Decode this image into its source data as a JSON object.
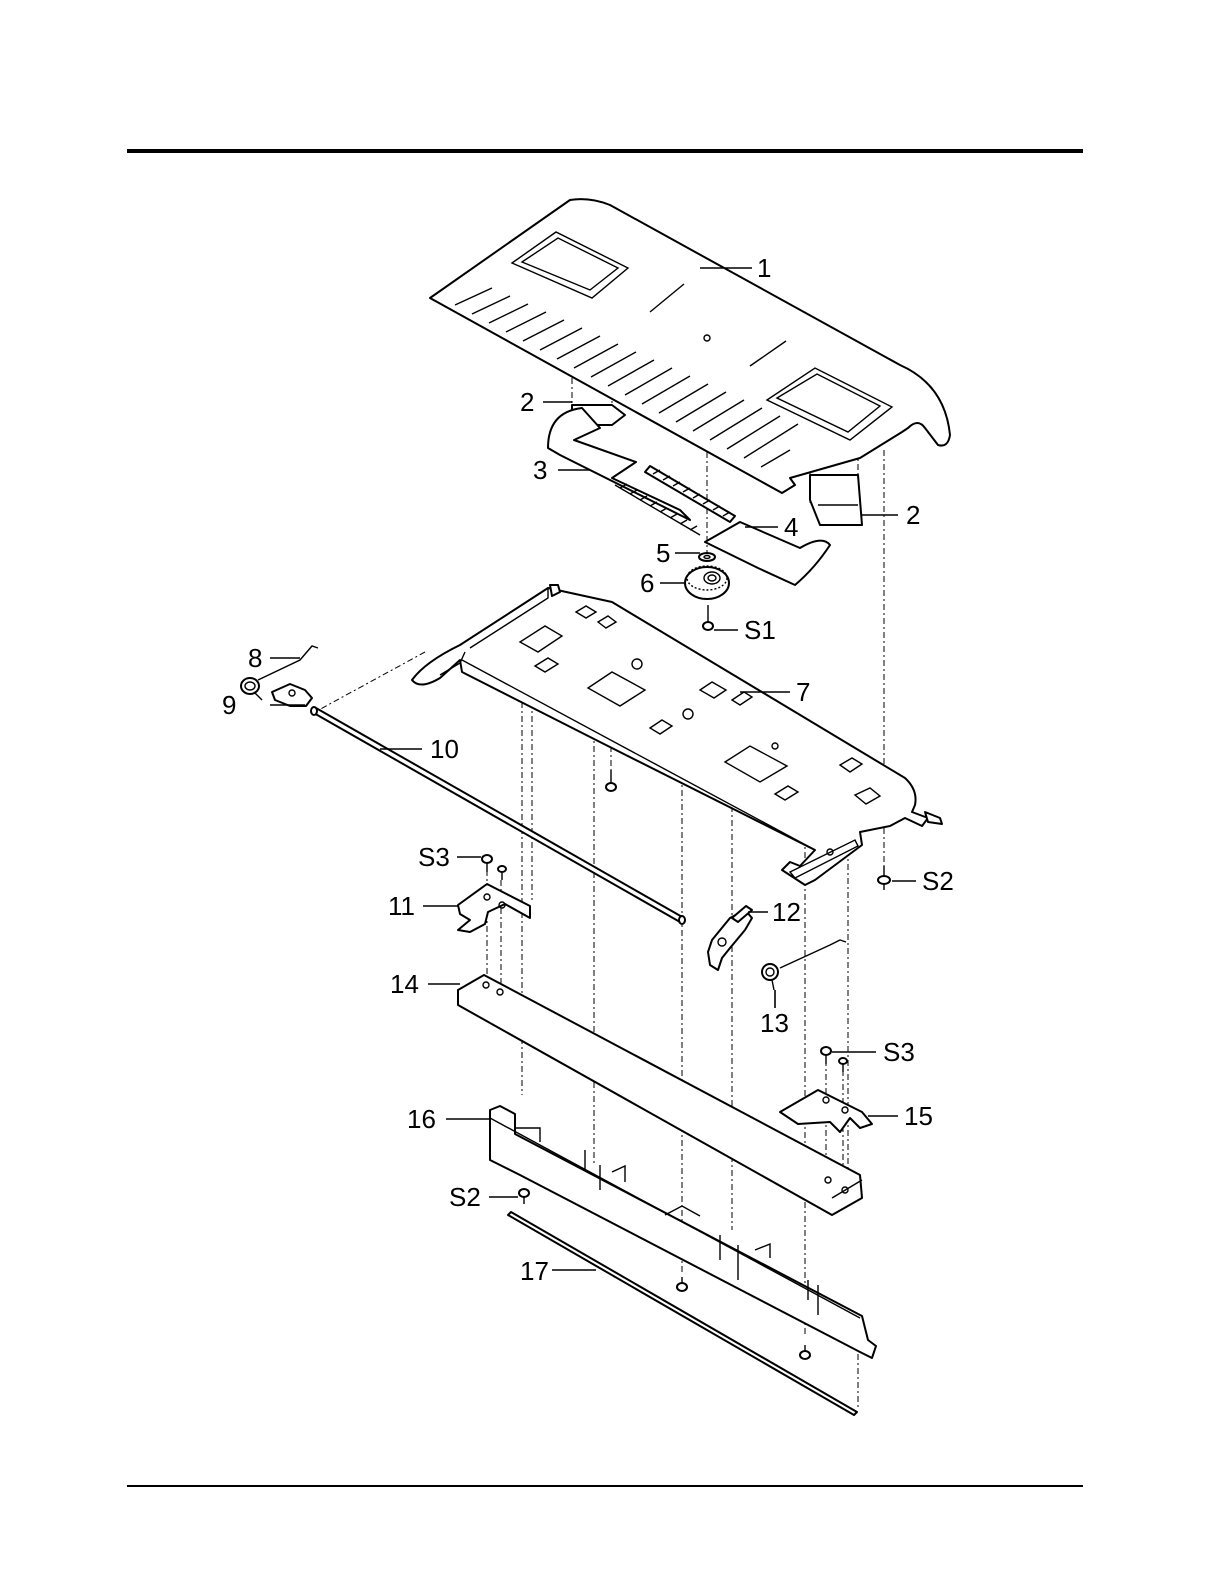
{
  "callouts": {
    "c1": "1",
    "c2a": "2",
    "c2b": "2",
    "c3": "3",
    "c4": "4",
    "c5": "5",
    "c6": "6",
    "cS1": "S1",
    "c7": "7",
    "c8": "8",
    "c9": "9",
    "c10": "10",
    "cS3a": "S3",
    "cS2a": "S2",
    "c11": "11",
    "c12": "12",
    "c13": "13",
    "c14": "14",
    "cS3b": "S3",
    "c15": "15",
    "c16": "16",
    "cS2b": "S2",
    "c17": "17"
  }
}
